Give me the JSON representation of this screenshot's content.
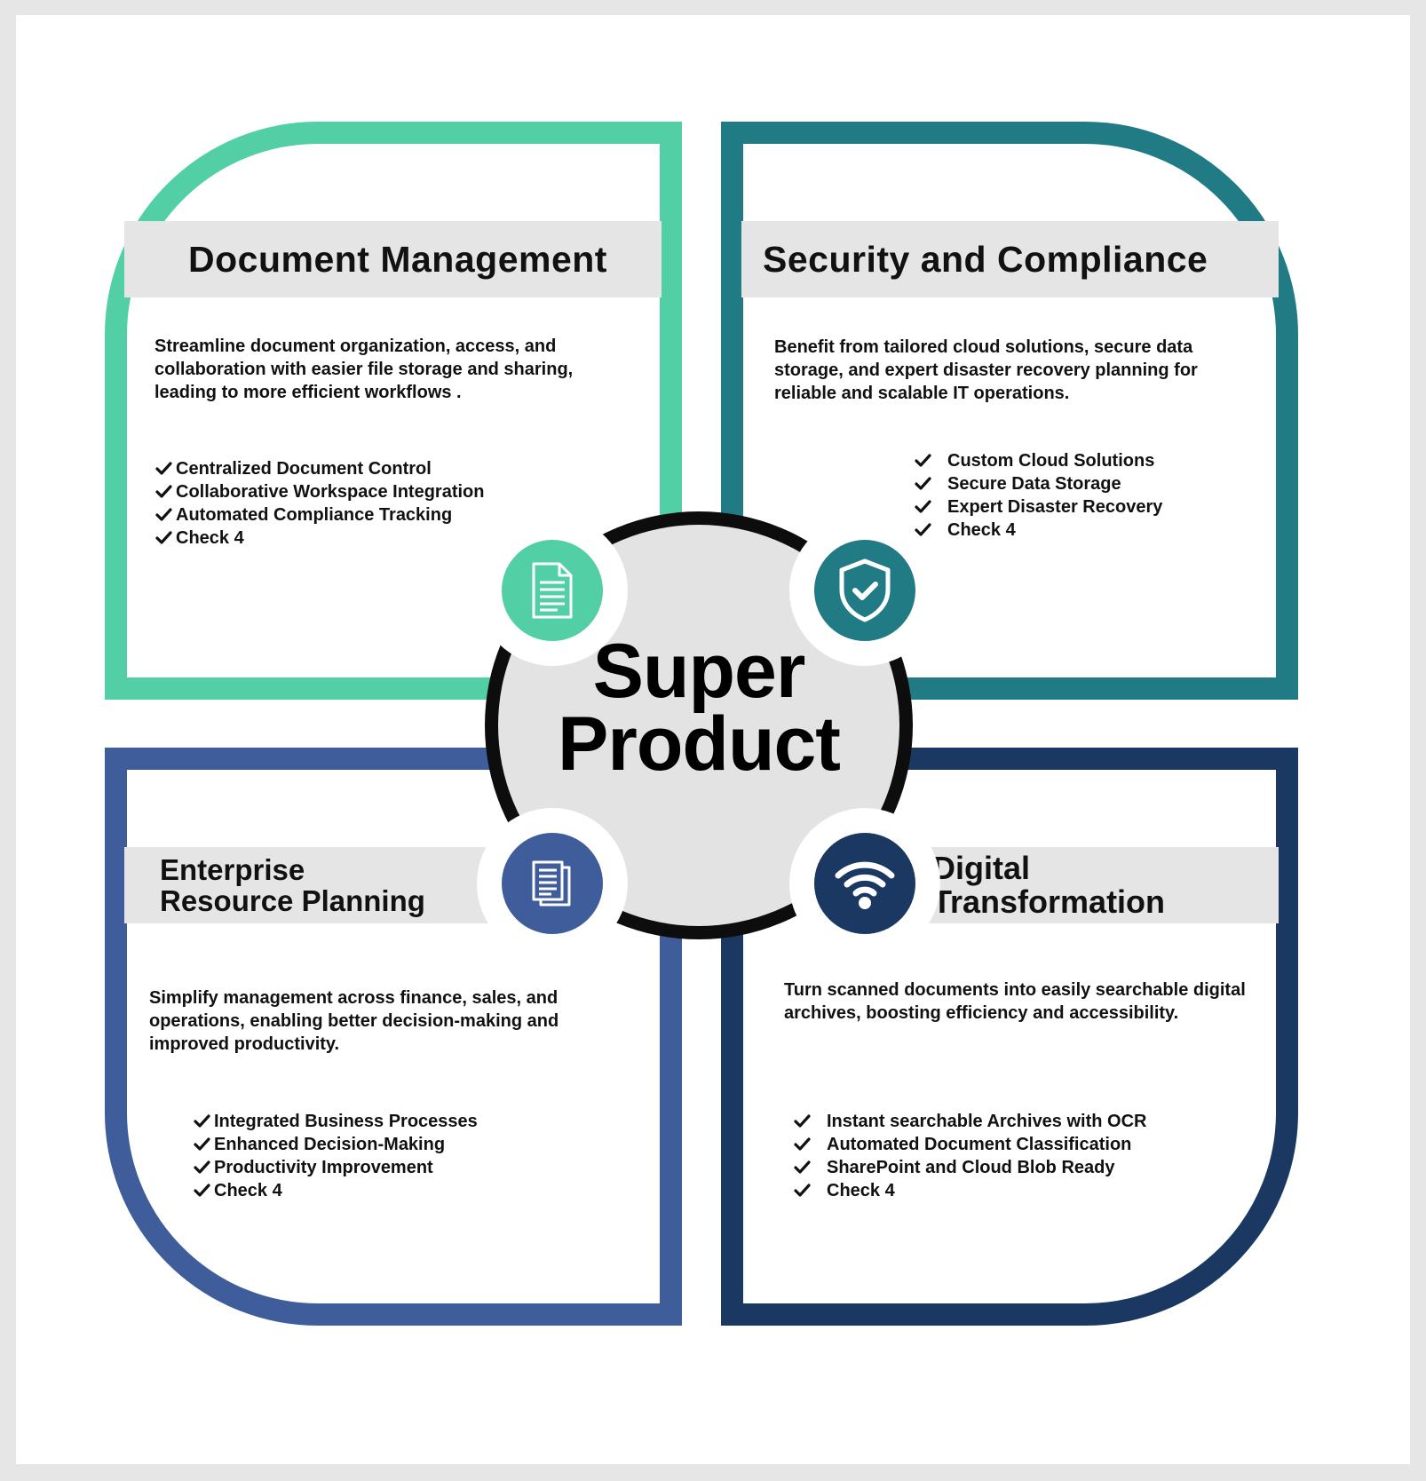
{
  "center": {
    "line1": "Super",
    "line2": "Product"
  },
  "quadrants": {
    "top_left": {
      "title": "Document Management",
      "description": "Streamline document organization, access, and collaboration with easier file storage and sharing, leading to more efficient workflows .",
      "checks": [
        "Centralized Document Control",
        "Collaborative Workspace Integration",
        "Automated Compliance Tracking",
        "Check 4"
      ],
      "color": "#52cfa4",
      "icon": "document-icon"
    },
    "top_right": {
      "title": "Security and Compliance",
      "description": "Benefit from tailored cloud solutions, secure data storage, and expert disaster recovery planning for reliable and scalable IT operations.",
      "checks": [
        "Custom Cloud Solutions",
        "Secure Data Storage",
        "Expert Disaster Recovery",
        "Check 4"
      ],
      "color": "#217b85",
      "icon": "shield-check-icon"
    },
    "bottom_left": {
      "title_line1": "Enterprise",
      "title_line2": "Resource Planning",
      "description": "Simplify management across finance, sales, and operations, enabling better decision-making and improved productivity.",
      "checks": [
        "Integrated Business Processes",
        "Enhanced Decision-Making",
        "Productivity Improvement",
        "Check 4"
      ],
      "color": "#3f5d9b",
      "icon": "documents-stack-icon"
    },
    "bottom_right": {
      "title_line1": "Digital",
      "title_line2": "Transformation",
      "description": "Turn scanned documents into easily searchable digital archives, boosting efficiency and accessibility.",
      "checks": [
        "Instant searchable Archives with OCR",
        "Automated Document Classification",
        "SharePoint and Cloud Blob Ready",
        "Check 4"
      ],
      "color": "#1a3862",
      "icon": "wifi-icon"
    }
  }
}
